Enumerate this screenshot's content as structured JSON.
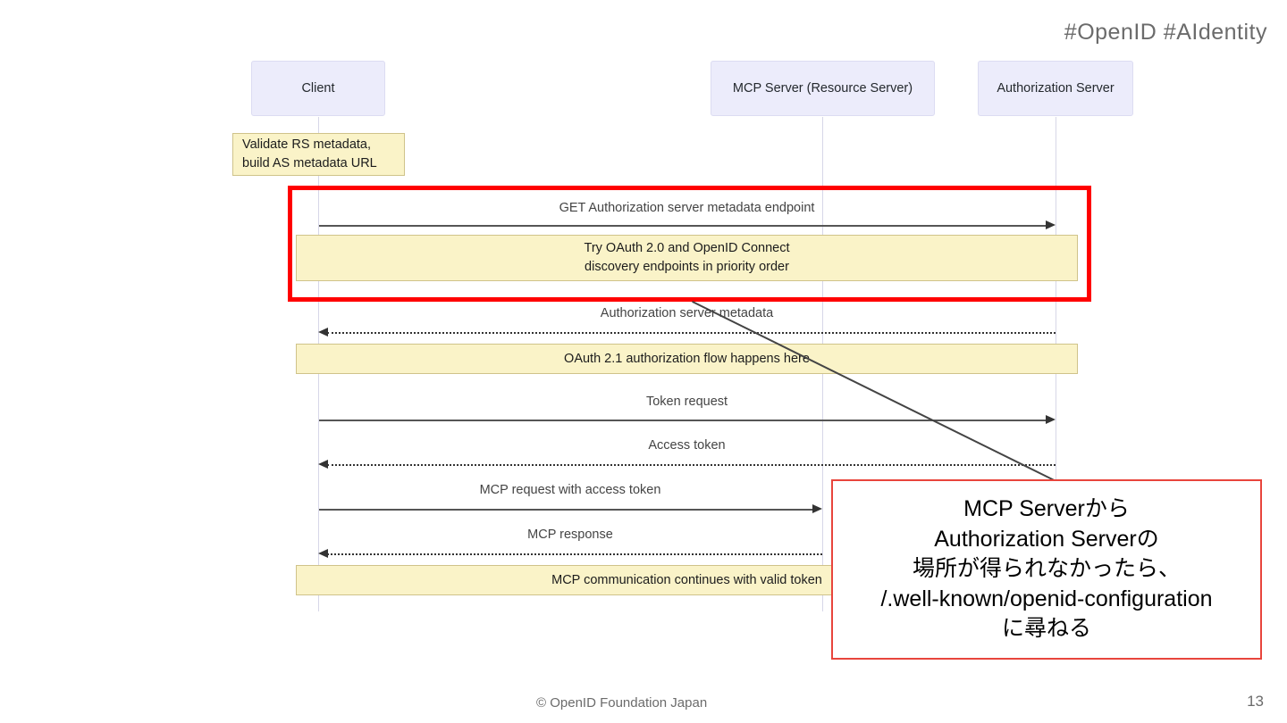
{
  "header": {
    "hashtags": "#OpenID  #AIdentity"
  },
  "colors": {
    "participant_fill": "#ECECFB",
    "note_fill": "#FAF3C8",
    "note_border": "#CFC38A",
    "highlight_red": "#FF0000",
    "callout_border": "#E8453C",
    "arrow": "#555555",
    "lifeline": "#D7D7E8"
  },
  "diagram": {
    "type": "sequence-diagram",
    "participants": [
      {
        "id": "client",
        "label": "Client"
      },
      {
        "id": "mcp",
        "label": "MCP Server (Resource Server)"
      },
      {
        "id": "as",
        "label": "Authorization Server"
      }
    ],
    "steps": [
      {
        "kind": "note",
        "id": "note-validate",
        "text_line1": "Validate RS metadata,",
        "text_line2": "build AS metadata URL",
        "over": "client"
      },
      {
        "kind": "message",
        "id": "msg-get-as-metadata",
        "label": "GET Authorization server metadata endpoint",
        "from": "client",
        "to": "as",
        "style": "solid",
        "direction": "right"
      },
      {
        "kind": "note",
        "id": "note-discovery",
        "text_line1": "Try OAuth 2.0 and OpenID Connect",
        "text_line2": "discovery endpoints in priority order",
        "over": "client-to-as"
      },
      {
        "kind": "message",
        "id": "msg-as-metadata",
        "label": "Authorization server metadata",
        "from": "as",
        "to": "client",
        "style": "dotted",
        "direction": "left"
      },
      {
        "kind": "note",
        "id": "note-oauth-flow",
        "text_line1": "OAuth 2.1 authorization flow happens here",
        "over": "client-to-as"
      },
      {
        "kind": "message",
        "id": "msg-token-request",
        "label": "Token request",
        "from": "client",
        "to": "as",
        "style": "solid",
        "direction": "right"
      },
      {
        "kind": "message",
        "id": "msg-access-token",
        "label": "Access token",
        "from": "as",
        "to": "client",
        "style": "dotted",
        "direction": "left"
      },
      {
        "kind": "message",
        "id": "msg-mcp-request",
        "label": "MCP request with access token",
        "from": "client",
        "to": "mcp",
        "style": "solid",
        "direction": "right"
      },
      {
        "kind": "message",
        "id": "msg-mcp-response",
        "label": "MCP response",
        "from": "mcp",
        "to": "client",
        "style": "dotted",
        "direction": "left"
      },
      {
        "kind": "note",
        "id": "note-mcp-continues",
        "text_line1": "MCP communication continues with valid token",
        "over": "client-to-mcp"
      }
    ],
    "highlight": {
      "id": "discovery-highlight",
      "covers": [
        "msg-get-as-metadata",
        "note-discovery"
      ]
    }
  },
  "callout": {
    "lines": [
      "MCP Serverから",
      "Authorization Serverの",
      "場所が得られなかったら、",
      "/.well-known/openid-configuration",
      "に尋ねる"
    ]
  },
  "footer": {
    "copyright": "© OpenID Foundation Japan",
    "page_number": "13"
  }
}
